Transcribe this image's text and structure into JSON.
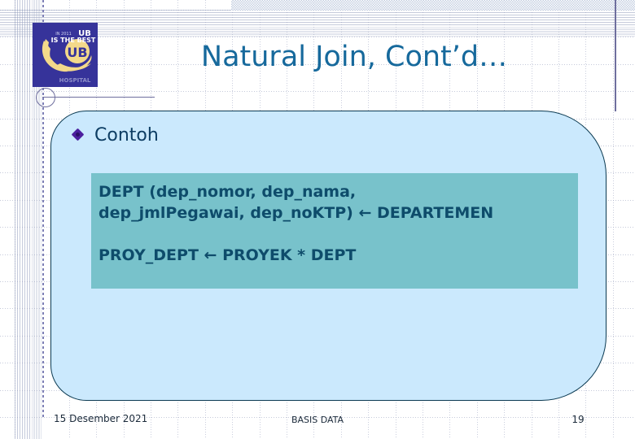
{
  "slide": {
    "title": "Natural Join, Cont’d…",
    "logo": {
      "name": "ub-logo",
      "top_text_small": "IN 2011",
      "top_text": "UB",
      "sub_text": "IS THE BEST",
      "monogram": "UB",
      "bottom_text": "HOSPITAL"
    },
    "content": {
      "bullet": {
        "icon": "diamond-bullet-icon",
        "label": "Contoh"
      },
      "code_block": {
        "line1": "DEPT (dep_nomor, dep_nama,",
        "line2": "dep_jmlPegawai, dep_noKTP) ← DEPARTEMEN",
        "line3": "PROY_DEPT ← PROYEK * DEPT"
      }
    },
    "footer": {
      "date": "15 Desember 2021",
      "center": "BASIS DATA",
      "page": "19"
    },
    "colors": {
      "title": "#16699c",
      "panel_fill": "#cbe9fd",
      "panel_border": "#0b3a52",
      "code_fill": "#78c2cb",
      "code_text": "#0e4c6b",
      "bullet": "#4b1f9e",
      "logo_bg": "#36339a",
      "logo_accent": "#f3d98a",
      "accent_line": "#6f6f9e"
    }
  }
}
